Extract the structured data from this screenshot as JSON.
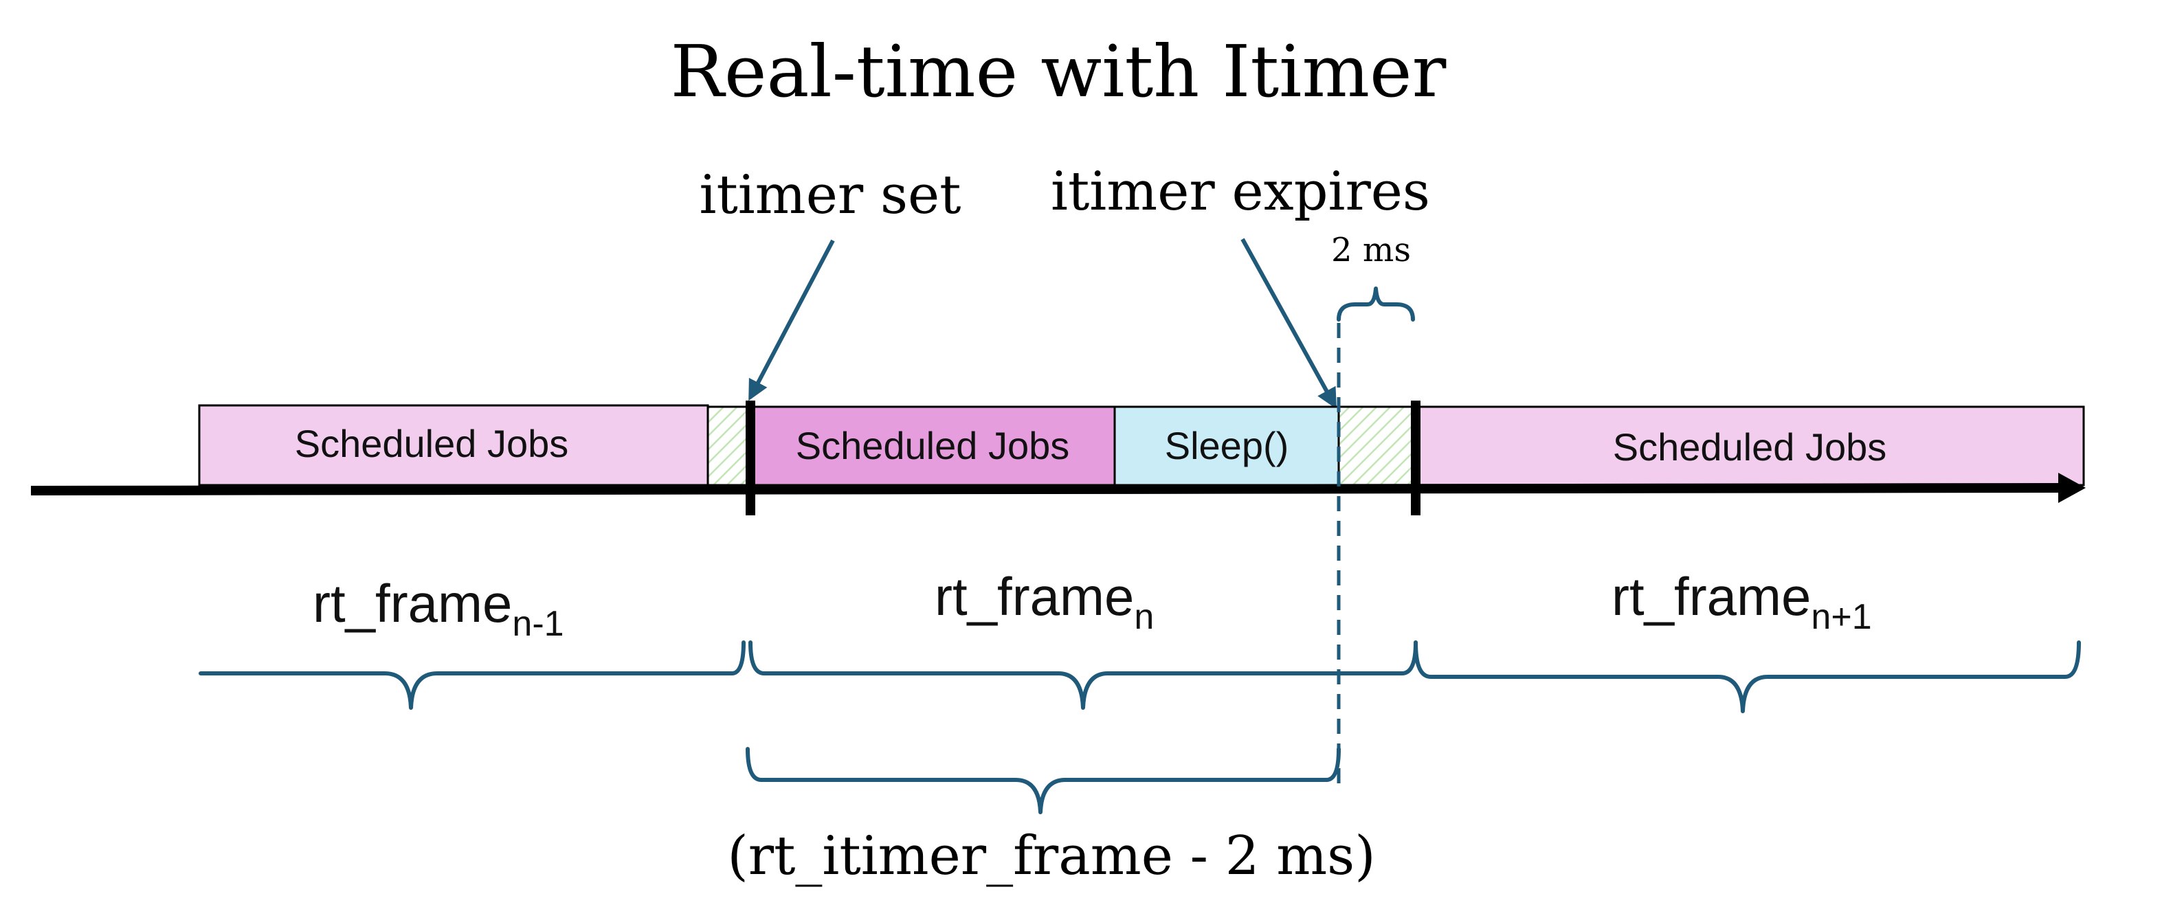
{
  "title": "Real-time with Itimer",
  "annotations": {
    "itimer_set": "itimer set",
    "itimer_expires": "itimer expires",
    "two_ms": "2 ms"
  },
  "blocks": {
    "jobs_prev": "Scheduled Jobs",
    "jobs_current": "Scheduled Jobs",
    "sleep": "Sleep()",
    "jobs_next": "Scheduled Jobs"
  },
  "frames": {
    "prev": {
      "base": "rt_frame",
      "sub": "n-1"
    },
    "current": {
      "base": "rt_frame",
      "sub": "n"
    },
    "next": {
      "base": "rt_frame",
      "sub": "n+1"
    }
  },
  "bottom_label": "(rt_itimer_frame - 2 ms)",
  "colors": {
    "scheduled_light": "#f2cdee",
    "scheduled_dark": "#e59ddd",
    "sleep": "#c9ecf7",
    "idle_hatch": "#8fcf7a",
    "brace": "#1f5a7a",
    "axis": "#000000"
  }
}
